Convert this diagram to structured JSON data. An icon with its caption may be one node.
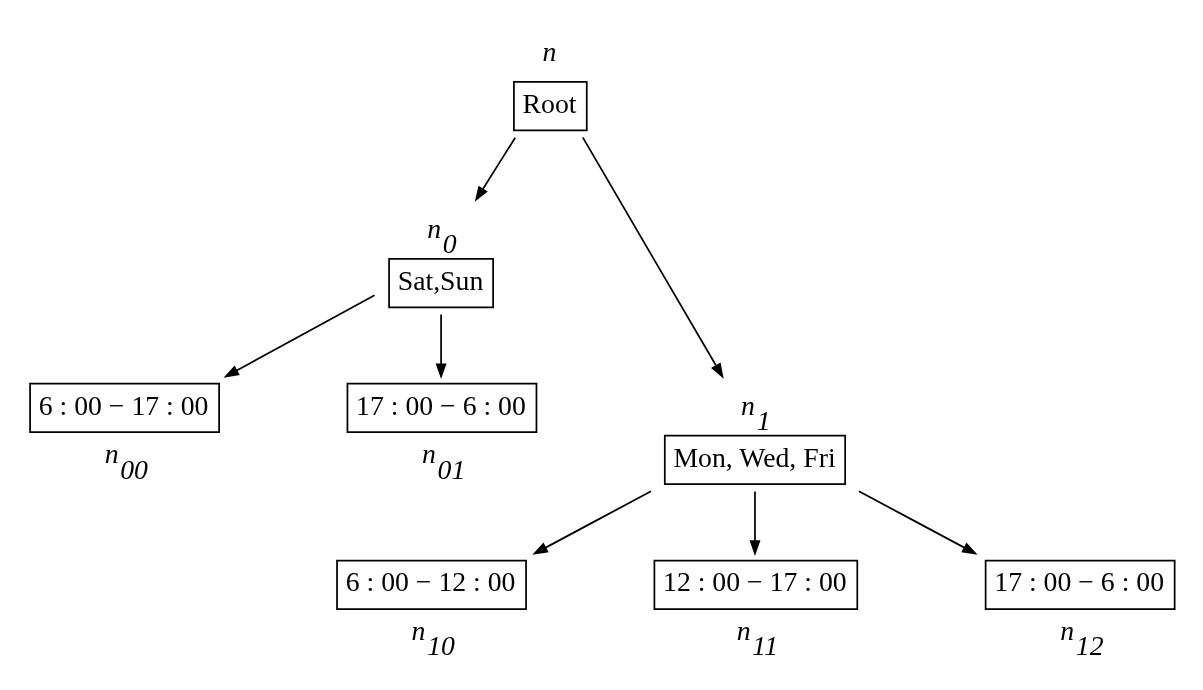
{
  "diagram": {
    "nodes": [
      {
        "text": [
          "Root"
        ],
        "beside": [
          "n"
        ]
      },
      {
        "text": [
          "Sat,Sun"
        ],
        "beside": [
          "n$_{0}$"
        ]
      },
      {
        "text": [
          "6 : 00 − 17 : 00"
        ],
        "beside": [
          "n$_{00}$"
        ]
      },
      {
        "text": [
          "17 : 00 − 6 : 00"
        ],
        "beside": [
          "n$_{01}$"
        ]
      },
      {
        "text": [
          "Mon, Wed, Fri"
        ],
        "beside": [
          "n$_{1}$"
        ]
      },
      {
        "text": [
          "6 : 00 − 12 : 00"
        ],
        "beside": [
          "n$_{10}$"
        ]
      },
      {
        "text": [
          "12 : 00 − 17 : 00"
        ],
        "beside": [
          "n$_{11}$"
        ]
      },
      {
        "text": [
          "17 : 00 − 6 : 00"
        ],
        "beside": [
          "n$_{12}$"
        ]
      }
    ],
    "edges": [
      {
        "from": 0,
        "to": 1,
        "arrow": "to"
      },
      {
        "from": 0,
        "to": 4,
        "arrow": "to"
      },
      {
        "from": 1,
        "to": 2,
        "arrow": "to"
      },
      {
        "from": 1,
        "to": 3,
        "arrow": "to"
      },
      {
        "from": 4,
        "to": 5,
        "arrow": "to"
      },
      {
        "from": 4,
        "to": 6,
        "arrow": "to"
      },
      {
        "from": 4,
        "to": 7,
        "arrow": "to"
      }
    ]
  }
}
